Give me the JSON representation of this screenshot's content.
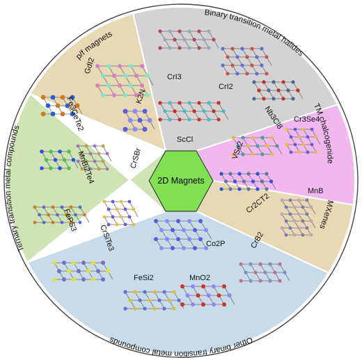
{
  "title": "2D Magnets",
  "sections": [
    {
      "id": "pf",
      "header": "p/f magnets",
      "color": "#e8d9b5",
      "items": [
        "GdI2",
        "K2N"
      ]
    },
    {
      "id": "binary-halides",
      "header": "Binary transition metal halides",
      "color": "#d3d3d3",
      "items": [
        "CrI3",
        "CrI2",
        "Nb3Cl8",
        "ScCl"
      ]
    },
    {
      "id": "btm-chalc",
      "header": "BTM chalcogenides",
      "color": "#f0b8ee",
      "items": [
        "Cr3Se4",
        "VSe2"
      ]
    },
    {
      "id": "mxenes",
      "header": "MXenes",
      "color": "#e8d9b5",
      "items": [
        "MnB",
        "Cr2CT2"
      ]
    },
    {
      "id": "other-binary",
      "header": "Other binary transition metal compounds",
      "color": "#c9dbe8",
      "items": [
        "Co2P",
        "FeSi2",
        "MnO2",
        "CrB2"
      ]
    },
    {
      "id": "ternary",
      "header": "Ternary transition metal compounds",
      "color": "#cfe3b4",
      "items": [
        "Fe3GeTe2",
        "MnBi2Te4",
        "CrSBr",
        "FePS3",
        "CrSiTe3"
      ]
    }
  ],
  "center_color": "#7fe050"
}
